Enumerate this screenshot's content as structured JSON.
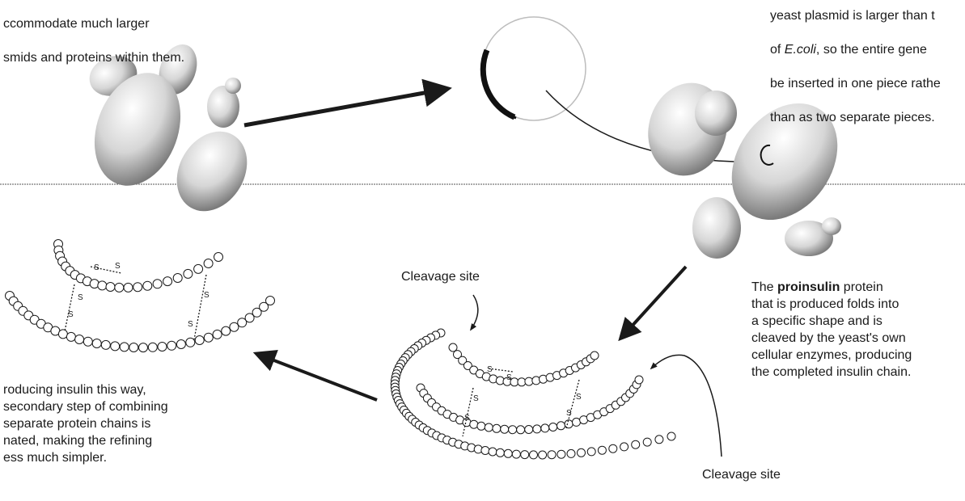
{
  "captions": {
    "top_left": {
      "line1": "ccommodate much larger",
      "line2": "smids and proteins within them."
    },
    "top_right": {
      "line1": "yeast plasmid is larger than t",
      "line2_italic": "E.coli",
      "line2_prefix": "of ",
      "line2_suffix": ",  so the entire gene",
      "line3": "be inserted in one piece rathe",
      "line4": "than as two separate pieces."
    },
    "proinsulin": {
      "lead": "The ",
      "bold": "proinsulin",
      "rest": " protein\nthat is produced folds into\na specific shape and is\ncleaved by the yeast's own\ncellular enzymes, producing\nthe completed insulin chain."
    },
    "bottom_left": "roducing insulin this way,\nsecondary step of combining\nseparate protein chains is\nnated, making the refining\ness much simpler."
  },
  "labels": {
    "cleavage_site_top": "Cleavage site",
    "cleavage_site_bottom": "Cleavage site",
    "disulfide_symbol": "S"
  },
  "colors": {
    "ink": "#1a1a1a",
    "cell_fill": "#d9d9d9",
    "cell_shadow": "#8c8c8c",
    "bead": "#ffffff"
  }
}
